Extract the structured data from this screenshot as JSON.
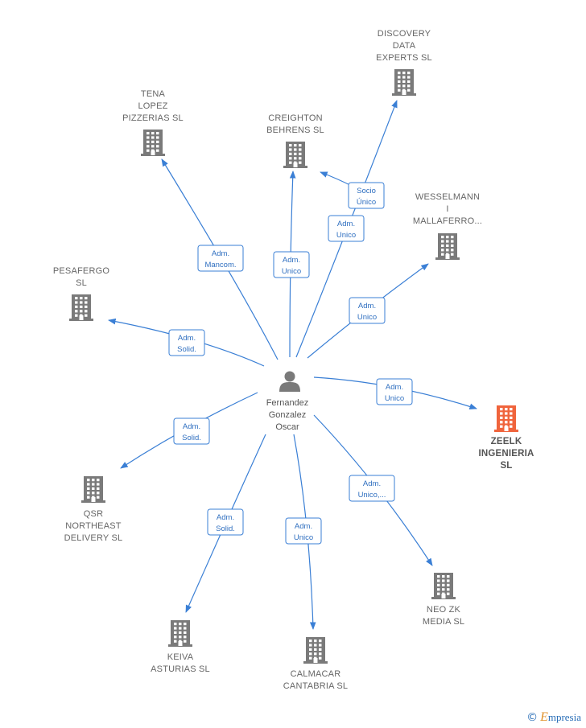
{
  "center": {
    "label_lines": [
      "Fernandez",
      "Gonzalez",
      "Oscar"
    ],
    "icon": "person-icon"
  },
  "companies": [
    {
      "id": "discovery",
      "lines": [
        "DISCOVERY",
        "DATA",
        "EXPERTS  SL"
      ],
      "highlight": false
    },
    {
      "id": "tena",
      "lines": [
        "TENA",
        "LOPEZ",
        "PIZZERIAS  SL"
      ],
      "highlight": false
    },
    {
      "id": "creighton",
      "lines": [
        "CREIGHTON",
        "BEHRENS  SL"
      ],
      "highlight": false
    },
    {
      "id": "wesselmann",
      "lines": [
        "WESSELMANN",
        "I",
        "MALLAFERRO..."
      ],
      "highlight": false
    },
    {
      "id": "pesafergo",
      "lines": [
        "PESAFERGO",
        "SL"
      ],
      "highlight": false
    },
    {
      "id": "zeelk",
      "lines": [
        "ZEELK",
        "INGENIERIA",
        "SL"
      ],
      "highlight": true
    },
    {
      "id": "qsr",
      "lines": [
        "QSR",
        "NORTHEAST",
        "DELIVERY  SL"
      ],
      "highlight": false
    },
    {
      "id": "neo",
      "lines": [
        "NEO ZK",
        "MEDIA  SL"
      ],
      "highlight": false
    },
    {
      "id": "keiva",
      "lines": [
        "KEIVA",
        "ASTURIAS  SL"
      ],
      "highlight": false
    },
    {
      "id": "calmacar",
      "lines": [
        "CALMACAR",
        "CANTABRIA  SL"
      ],
      "highlight": false
    }
  ],
  "edges": [
    {
      "to": "tena",
      "lines": [
        "Adm.",
        "Mancom."
      ]
    },
    {
      "to": "creighton",
      "lines": [
        "Adm.",
        "Unico"
      ]
    },
    {
      "to": "creighton",
      "lines": [
        "Socio",
        "Único"
      ]
    },
    {
      "to": "discovery",
      "lines": [
        "Adm.",
        "Unico"
      ]
    },
    {
      "to": "wesselmann",
      "lines": [
        "Adm.",
        "Unico"
      ]
    },
    {
      "to": "pesafergo",
      "lines": [
        "Adm.",
        "Solid."
      ]
    },
    {
      "to": "zeelk",
      "lines": [
        "Adm.",
        "Unico"
      ]
    },
    {
      "to": "qsr",
      "lines": [
        "Adm.",
        "Solid."
      ]
    },
    {
      "to": "neo",
      "lines": [
        "Adm.",
        "Unico,..."
      ]
    },
    {
      "to": "keiva",
      "lines": [
        "Adm.",
        "Solid."
      ]
    },
    {
      "to": "calmacar",
      "lines": [
        "Adm.",
        "Unico"
      ]
    }
  ],
  "colors": {
    "edge": "#3a7fd5",
    "building": "#7a7a7a",
    "highlight": "#f0643c",
    "person": "#7a7a7a"
  },
  "footer": {
    "symbol": "©",
    "brand_initial": "E",
    "brand_rest": "mpresia"
  }
}
